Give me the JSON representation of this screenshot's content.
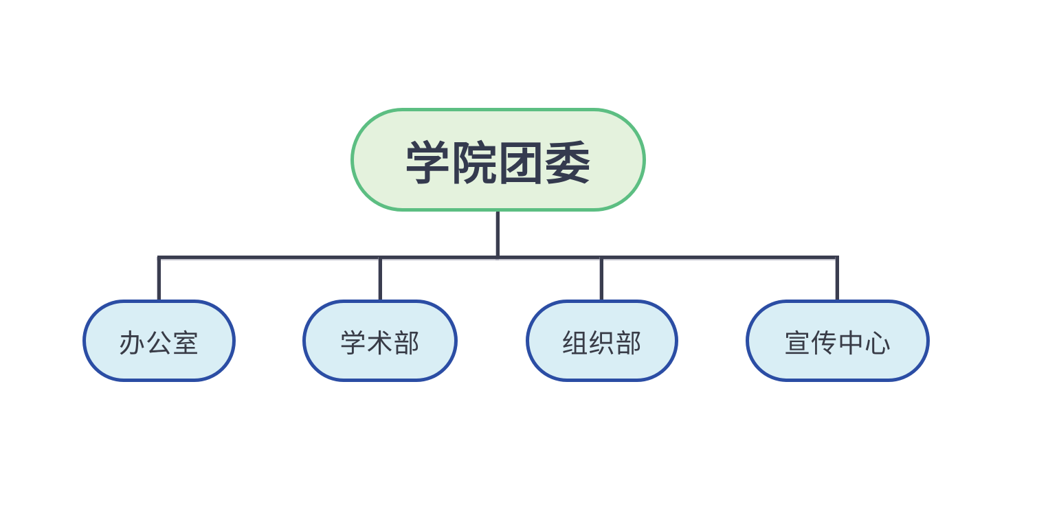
{
  "diagram": {
    "type": "org-chart",
    "root": {
      "label": "学院团委"
    },
    "children": [
      {
        "label": "办公室"
      },
      {
        "label": "学术部"
      },
      {
        "label": "组织部"
      },
      {
        "label": "宣传中心"
      }
    ]
  },
  "colors": {
    "canvas_bg": "#ffffff",
    "root_fill": "#e4f2dd",
    "root_border": "#5cbe82",
    "root_text": "#343a4e",
    "child_fill": "#d9eef5",
    "child_border": "#2b4da4",
    "child_text": "#383b46",
    "connector": "#3a3d4f"
  }
}
